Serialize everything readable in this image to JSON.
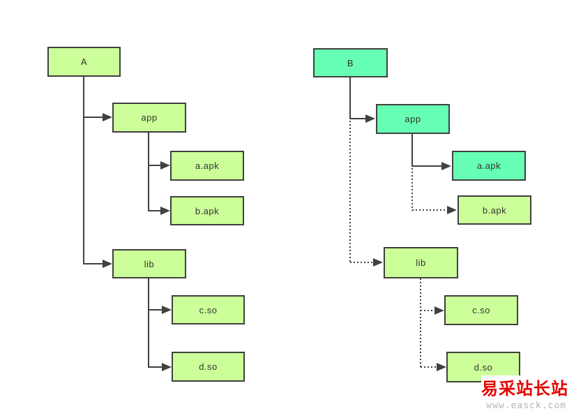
{
  "colors": {
    "light_green": "#ccff99",
    "teal_green": "#66ffb3",
    "line": "#404040",
    "node_border": "#404040",
    "label_text": "#333333",
    "watermark_red": "#e60000",
    "watermark_gray": "#b3b3b3"
  },
  "tree_a": {
    "root_label": "A",
    "app_label": "app",
    "a_apk_label": "a.apk",
    "b_apk_label": "b.apk",
    "lib_label": "lib",
    "c_so_label": "c.so",
    "d_so_label": "d.so"
  },
  "tree_b": {
    "root_label": "B",
    "app_label": "app",
    "a_apk_label": "a.apk",
    "b_apk_label": "b.apk",
    "lib_label": "lib",
    "c_so_label": "c.so",
    "d_so_label": "d.so"
  },
  "watermark": {
    "site_name": "易采站长站",
    "site_url": "www.easck.com"
  }
}
